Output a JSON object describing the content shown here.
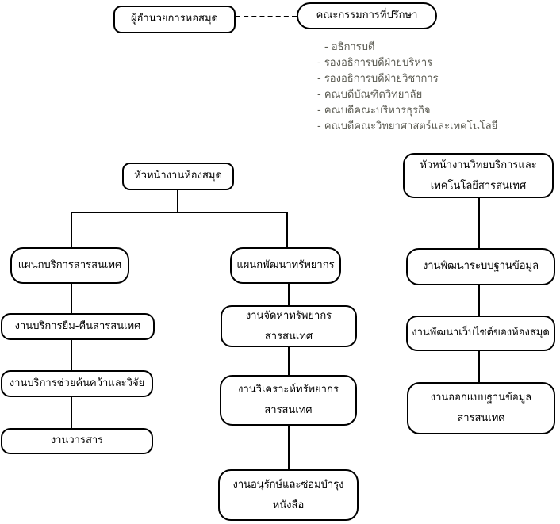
{
  "title": "Library organization chart",
  "colors": {
    "background": "#ffffff",
    "box_border": "#000000",
    "box_text": "#000000",
    "connector": "#000000",
    "list_text": "#5b5b52"
  },
  "nodes": {
    "director": {
      "label": "ผู้อำนวยการหอสมุด"
    },
    "advisory": {
      "label": "คณะกรรมการที่ปรึกษา"
    },
    "library_head": {
      "label": "หัวหน้างานห้องสมุด"
    },
    "it_head": {
      "line1": "หัวหน้างานวิทยบริการและ",
      "line2": "เทคโนโลยีสารสนเทศ"
    },
    "dept_service": {
      "label": "แผนกบริการสารสนเทศ"
    },
    "dept_resource": {
      "label": "แผนกพัฒนาทรัพยากร"
    },
    "db_dev": {
      "label": "งานพัฒนาระบบฐานข้อมูล"
    },
    "loan": {
      "label": "งานบริการยืม-คืนสารสนเทศ"
    },
    "research": {
      "label": "งานบริการช่วยค้นคว้าและวิจัย"
    },
    "journal": {
      "label": "งานวารสาร"
    },
    "acquire": {
      "line1": "งานจัดหาทรัพยากร",
      "line2": "สารสนเทศ"
    },
    "analyze": {
      "line1": "งานวิเคราะห์ทรัพยากร",
      "line2": "สารสนเทศ"
    },
    "preserve": {
      "line1": "งานอนุรักษ์และซ่อมบำรุง",
      "line2": "หนังสือ"
    },
    "web_dev": {
      "label": "งานพัฒนาเว็บไซต์ของห้องสมุด"
    },
    "db_design": {
      "line1": "งานออกแบบฐานข้อมูล",
      "line2": "สารสนเทศ"
    }
  },
  "advisory_members": [
    "- อธิการบดี",
    "- รองอธิการบดีฝ่ายบริหาร",
    "- รองอธิการบดีฝ่ายวิชาการ",
    "- คณบดีบัณฑิตวิทยาลัย",
    "- คณบดีคณะบริหารธุรกิจ",
    "- คณบดีคณะวิทยาศาสตร์และเทคโนโลยี"
  ]
}
